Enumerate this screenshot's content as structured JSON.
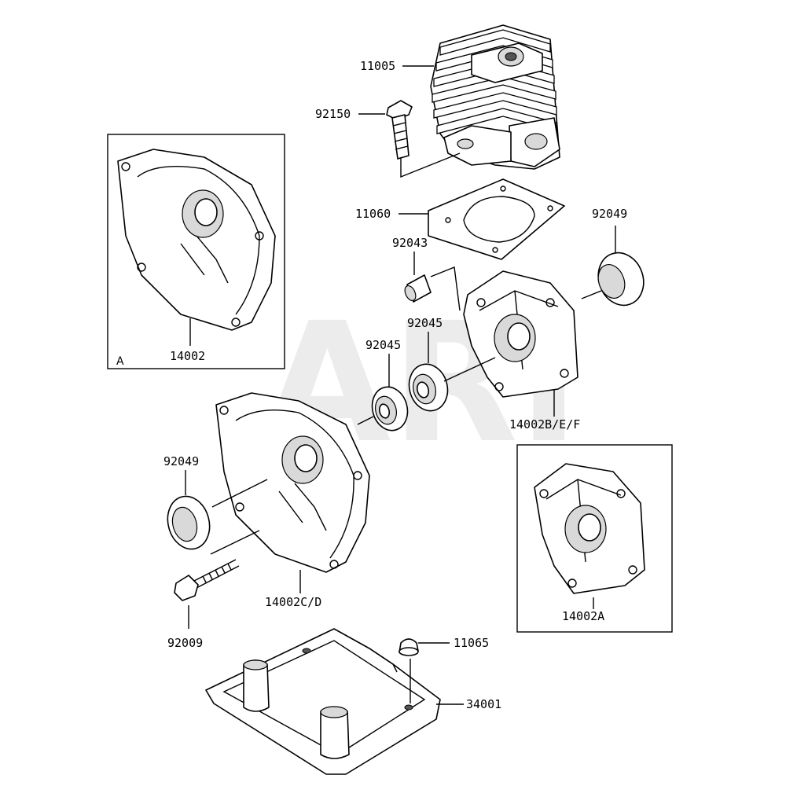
{
  "watermark": "ARI",
  "inset_a_letter": "A",
  "labels": {
    "p11005": "11005",
    "p92150": "92150",
    "p11060": "11060",
    "p92049_top": "92049",
    "p92043": "92043",
    "p92045_a": "92045",
    "p92045_b": "92045",
    "p14002": "14002",
    "p14002bef": "14002B/E/F",
    "p92049_left": "92049",
    "p14002cd": "14002C/D",
    "p14002a": "14002A",
    "p92009": "92009",
    "p11065": "11065",
    "p34001": "34001"
  }
}
